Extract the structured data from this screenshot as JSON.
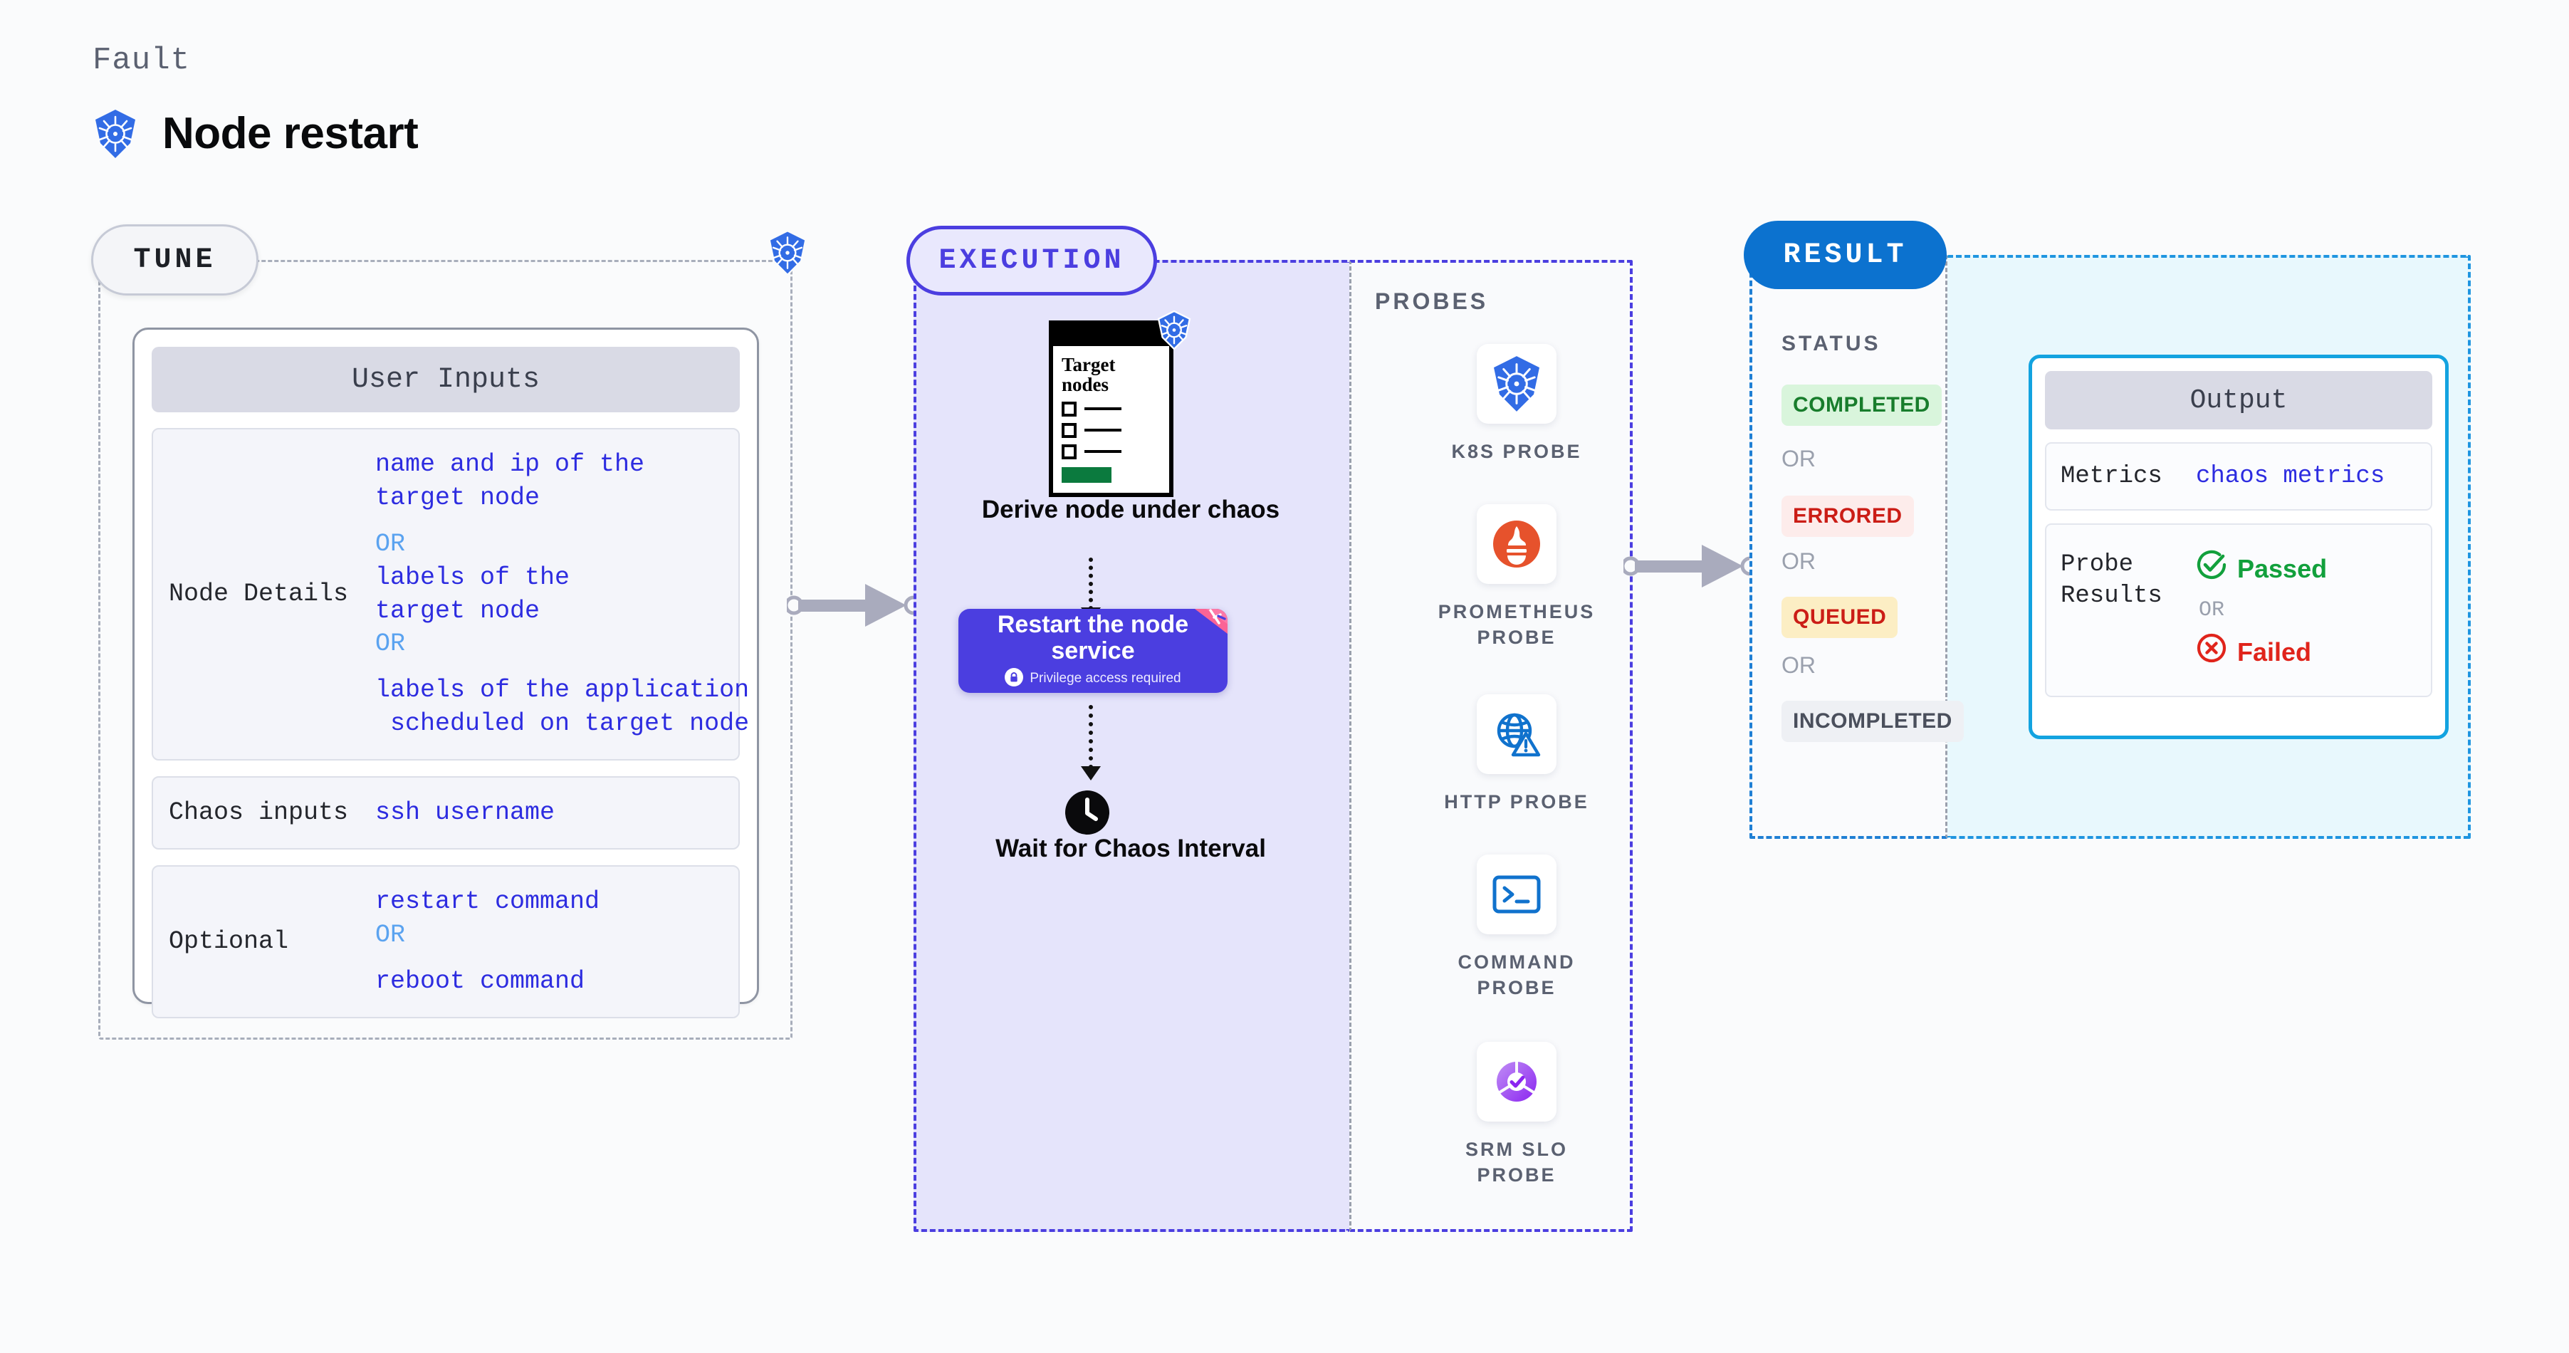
{
  "header": {
    "eyebrow": "Fault",
    "title": "Node restart",
    "icon": "kubernetes-icon"
  },
  "tune": {
    "pill_label": "TUNE",
    "badge_icon": "kubernetes-icon",
    "card_title": "User Inputs",
    "rows": [
      {
        "key": "Node Details",
        "values": [
          {
            "text": "name and ip of the\ntarget node",
            "kind": "primary"
          },
          {
            "text": "OR",
            "kind": "or"
          },
          {
            "text": "labels of the\ntarget node",
            "kind": "primary"
          },
          {
            "text": "OR",
            "kind": "or"
          },
          {
            "text": "labels of the application\n scheduled on target node",
            "kind": "primary"
          }
        ]
      },
      {
        "key": "Chaos inputs",
        "values": [
          {
            "text": "ssh username",
            "kind": "primary"
          }
        ]
      },
      {
        "key": "Optional",
        "values": [
          {
            "text": "restart command",
            "kind": "primary"
          },
          {
            "text": "OR",
            "kind": "or"
          },
          {
            "text": "reboot command",
            "kind": "primary"
          }
        ]
      }
    ]
  },
  "execution": {
    "pill_label": "EXECUTION",
    "target_card": {
      "heading": "Target nodes",
      "badge_icon": "kubernetes-icon",
      "checkbox_count": 3
    },
    "steps": [
      {
        "caption": "Derive node under chaos"
      },
      {
        "label": "Restart the node service",
        "privilege_note": "Privilege access required",
        "privilege_icon": "lock-icon",
        "ribbon_icon": "litmus-ribbon-icon"
      },
      {
        "caption": "Wait for Chaos Interval",
        "icon": "clock-icon"
      }
    ],
    "probes": {
      "section_label": "PROBES",
      "items": [
        {
          "label": "K8S PROBE",
          "icon": "kubernetes-icon"
        },
        {
          "label": "PROMETHEUS PROBE",
          "icon": "prometheus-icon"
        },
        {
          "label": "HTTP PROBE",
          "icon": "globe-warning-icon"
        },
        {
          "label": "COMMAND PROBE",
          "icon": "terminal-icon"
        },
        {
          "label": "SRM SLO PROBE",
          "icon": "slo-donut-check-icon"
        }
      ]
    }
  },
  "result": {
    "pill_label": "RESULT",
    "status_label": "STATUS",
    "or_label": "OR",
    "statuses": [
      {
        "label": "COMPLETED",
        "color": "#187d2c",
        "bg": "#d9f5dc"
      },
      {
        "label": "ERRORED",
        "color": "#cb1d16",
        "bg": "#fdeceb"
      },
      {
        "label": "QUEUED",
        "color": "#cb1d16",
        "bg": "#fceec4"
      },
      {
        "label": "INCOMPLETED",
        "color": "#4a4f5c",
        "bg": "#eef0f4"
      }
    ],
    "output": {
      "title": "Output",
      "rows": [
        {
          "key": "Metrics",
          "value": "chaos metrics"
        },
        {
          "key": "Probe Results",
          "pass": "Passed",
          "or": "OR",
          "fail": "Failed",
          "pass_icon": "check-circle-icon",
          "fail_icon": "x-circle-icon"
        }
      ]
    }
  },
  "colors": {
    "canvas": "#fafbfc",
    "tune_border": "#a8aebb",
    "execution_accent": "#4b3ee0",
    "execution_fill": "#e5e4fb",
    "result_accent": "#1f95e0",
    "result_fill": "#e8f8fd",
    "primary_value": "#2d2ce0",
    "or_value": "#5ba3f0"
  }
}
